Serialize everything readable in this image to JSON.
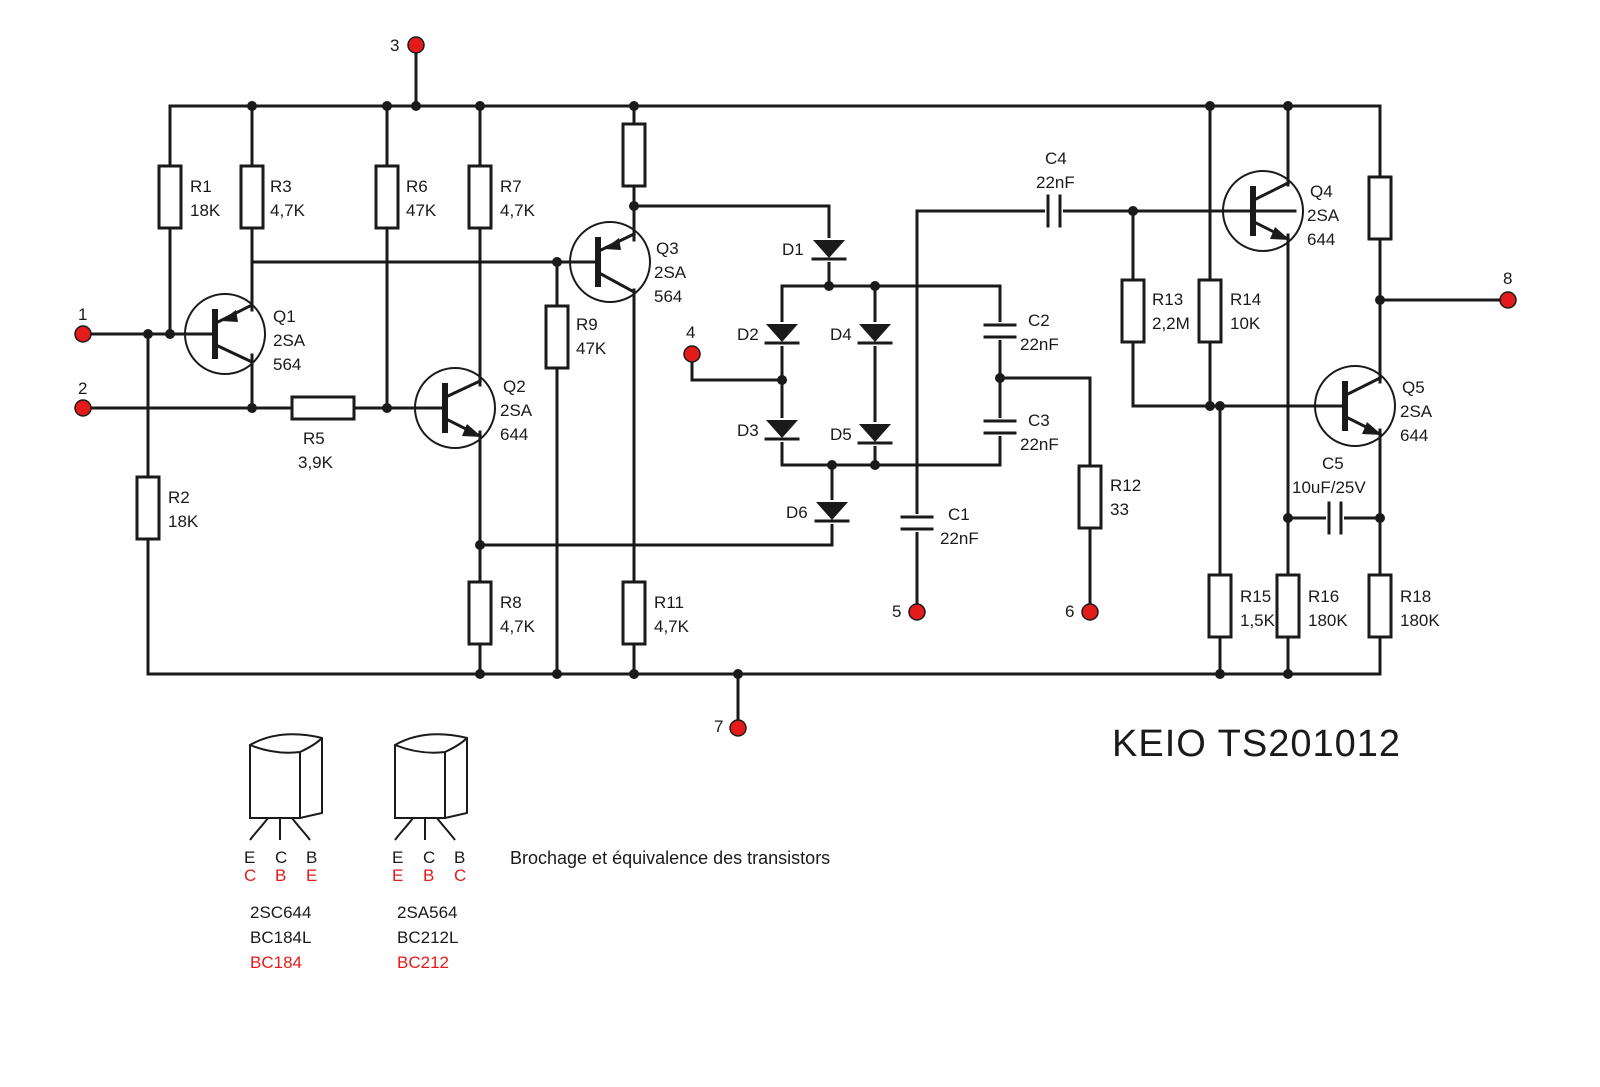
{
  "title": "KEIO  TS201012",
  "pinout_caption": "Brochage et équivalence des transistors",
  "terminals": [
    "1",
    "2",
    "3",
    "4",
    "5",
    "6",
    "7",
    "8"
  ],
  "resistors": [
    {
      "ref": "R1",
      "value": "18K"
    },
    {
      "ref": "R2",
      "value": "18K"
    },
    {
      "ref": "R3",
      "value": "4,7K"
    },
    {
      "ref": "R5",
      "value": "3,9K"
    },
    {
      "ref": "R6",
      "value": "47K"
    },
    {
      "ref": "R7",
      "value": "4,7K"
    },
    {
      "ref": "R8",
      "value": "4,7K"
    },
    {
      "ref": "R9",
      "value": "47K"
    },
    {
      "ref": "R11",
      "value": "4,7K"
    },
    {
      "ref": "R12",
      "value": "33"
    },
    {
      "ref": "R13",
      "value": "2,2M"
    },
    {
      "ref": "R14",
      "value": "10K"
    },
    {
      "ref": "R15",
      "value": "1,5K"
    },
    {
      "ref": "R16",
      "value": "180K"
    },
    {
      "ref": "R18",
      "value": "180K"
    }
  ],
  "capacitors": [
    {
      "ref": "C1",
      "value": "22nF"
    },
    {
      "ref": "C2",
      "value": "22nF"
    },
    {
      "ref": "C3",
      "value": "22nF"
    },
    {
      "ref": "C4",
      "value": "22nF"
    },
    {
      "ref": "C5",
      "value": "10uF/25V"
    }
  ],
  "diodes": [
    "D1",
    "D2",
    "D3",
    "D4",
    "D5",
    "D6"
  ],
  "transistors": [
    {
      "ref": "Q1",
      "type": "2SA",
      "number": "564"
    },
    {
      "ref": "Q2",
      "type": "2SA",
      "number": "644"
    },
    {
      "ref": "Q3",
      "type": "2SA",
      "number": "564"
    },
    {
      "ref": "Q4",
      "type": "2SA",
      "number": "644"
    },
    {
      "ref": "Q5",
      "type": "2SA",
      "number": "644"
    }
  ],
  "pinouts": [
    {
      "pins_black": [
        "E",
        "C",
        "B"
      ],
      "pins_red": [
        "C",
        "B",
        "E"
      ],
      "parts_black": [
        "2SC644",
        "BC184L"
      ],
      "part_red": "BC184"
    },
    {
      "pins_black": [
        "E",
        "C",
        "B"
      ],
      "pins_red": [
        "E",
        "B",
        "C"
      ],
      "parts_black": [
        "2SA564",
        "BC212L"
      ],
      "part_red": "BC212"
    }
  ],
  "colors": {
    "wire": "#1a1a1a",
    "terminal": "#e41b1b",
    "equivalent_text": "#e41b1b"
  }
}
